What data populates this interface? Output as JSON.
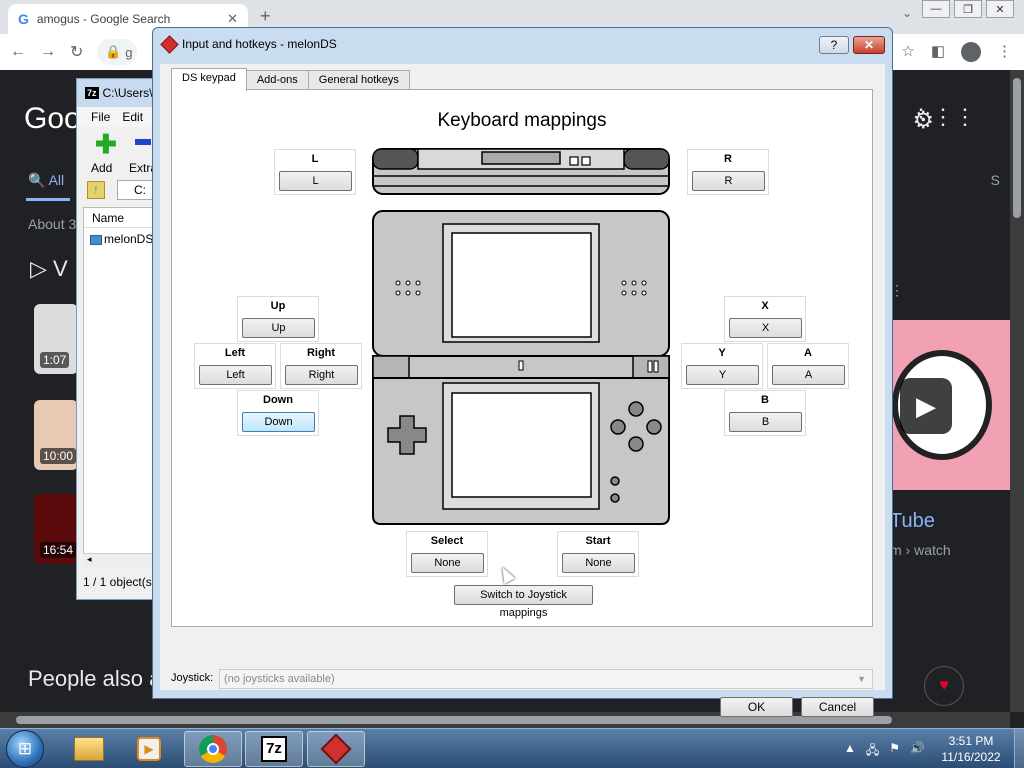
{
  "browser": {
    "tab_title": "amogus - Google Search",
    "tab_close": "✕",
    "new_tab": "+",
    "window_controls": [
      "—",
      "❐",
      "✕"
    ],
    "omnibox_text": "g"
  },
  "google": {
    "logo_text": "Goo",
    "all_tab": "All",
    "about_text": "About 3",
    "videos_heading": "V",
    "video_durations": [
      "1:07",
      "10:00",
      "16:54"
    ],
    "right_s": "S",
    "yt_title": "Tube",
    "yt_source": "m › watch",
    "people_also": "People also a"
  },
  "zip": {
    "title": "C:\\Users\\",
    "badge": "7z",
    "menu": [
      "File",
      "Edit"
    ],
    "add_label": "Add",
    "extract_label": "Extra",
    "path": "C:",
    "col_name": "Name",
    "row_name": "melonDS",
    "status": "1 / 1 object(s"
  },
  "dialog": {
    "title": "Input and hotkeys - melonDS",
    "help": "?",
    "close": "✕",
    "tabs": [
      "DS keypad",
      "Add-ons",
      "General hotkeys"
    ],
    "heading": "Keyboard mappings",
    "mappings": {
      "l": {
        "label": "L",
        "key": "L"
      },
      "r": {
        "label": "R",
        "key": "R"
      },
      "up": {
        "label": "Up",
        "key": "Up"
      },
      "left": {
        "label": "Left",
        "key": "Left"
      },
      "right": {
        "label": "Right",
        "key": "Right"
      },
      "down": {
        "label": "Down",
        "key": "Down"
      },
      "x": {
        "label": "X",
        "key": "X"
      },
      "y": {
        "label": "Y",
        "key": "Y"
      },
      "a": {
        "label": "A",
        "key": "A"
      },
      "b": {
        "label": "B",
        "key": "B"
      },
      "select": {
        "label": "Select",
        "key": "None"
      },
      "start": {
        "label": "Start",
        "key": "None"
      }
    },
    "switch_button": "Switch to Joystick mappings",
    "joystick_label": "Joystick:",
    "joystick_value": "(no joysticks available)",
    "ok": "OK",
    "cancel": "Cancel"
  },
  "taskbar": {
    "start_symbol": "⊞",
    "zip_label": "7z",
    "clock_time": "3:51 PM",
    "clock_date": "11/16/2022"
  }
}
